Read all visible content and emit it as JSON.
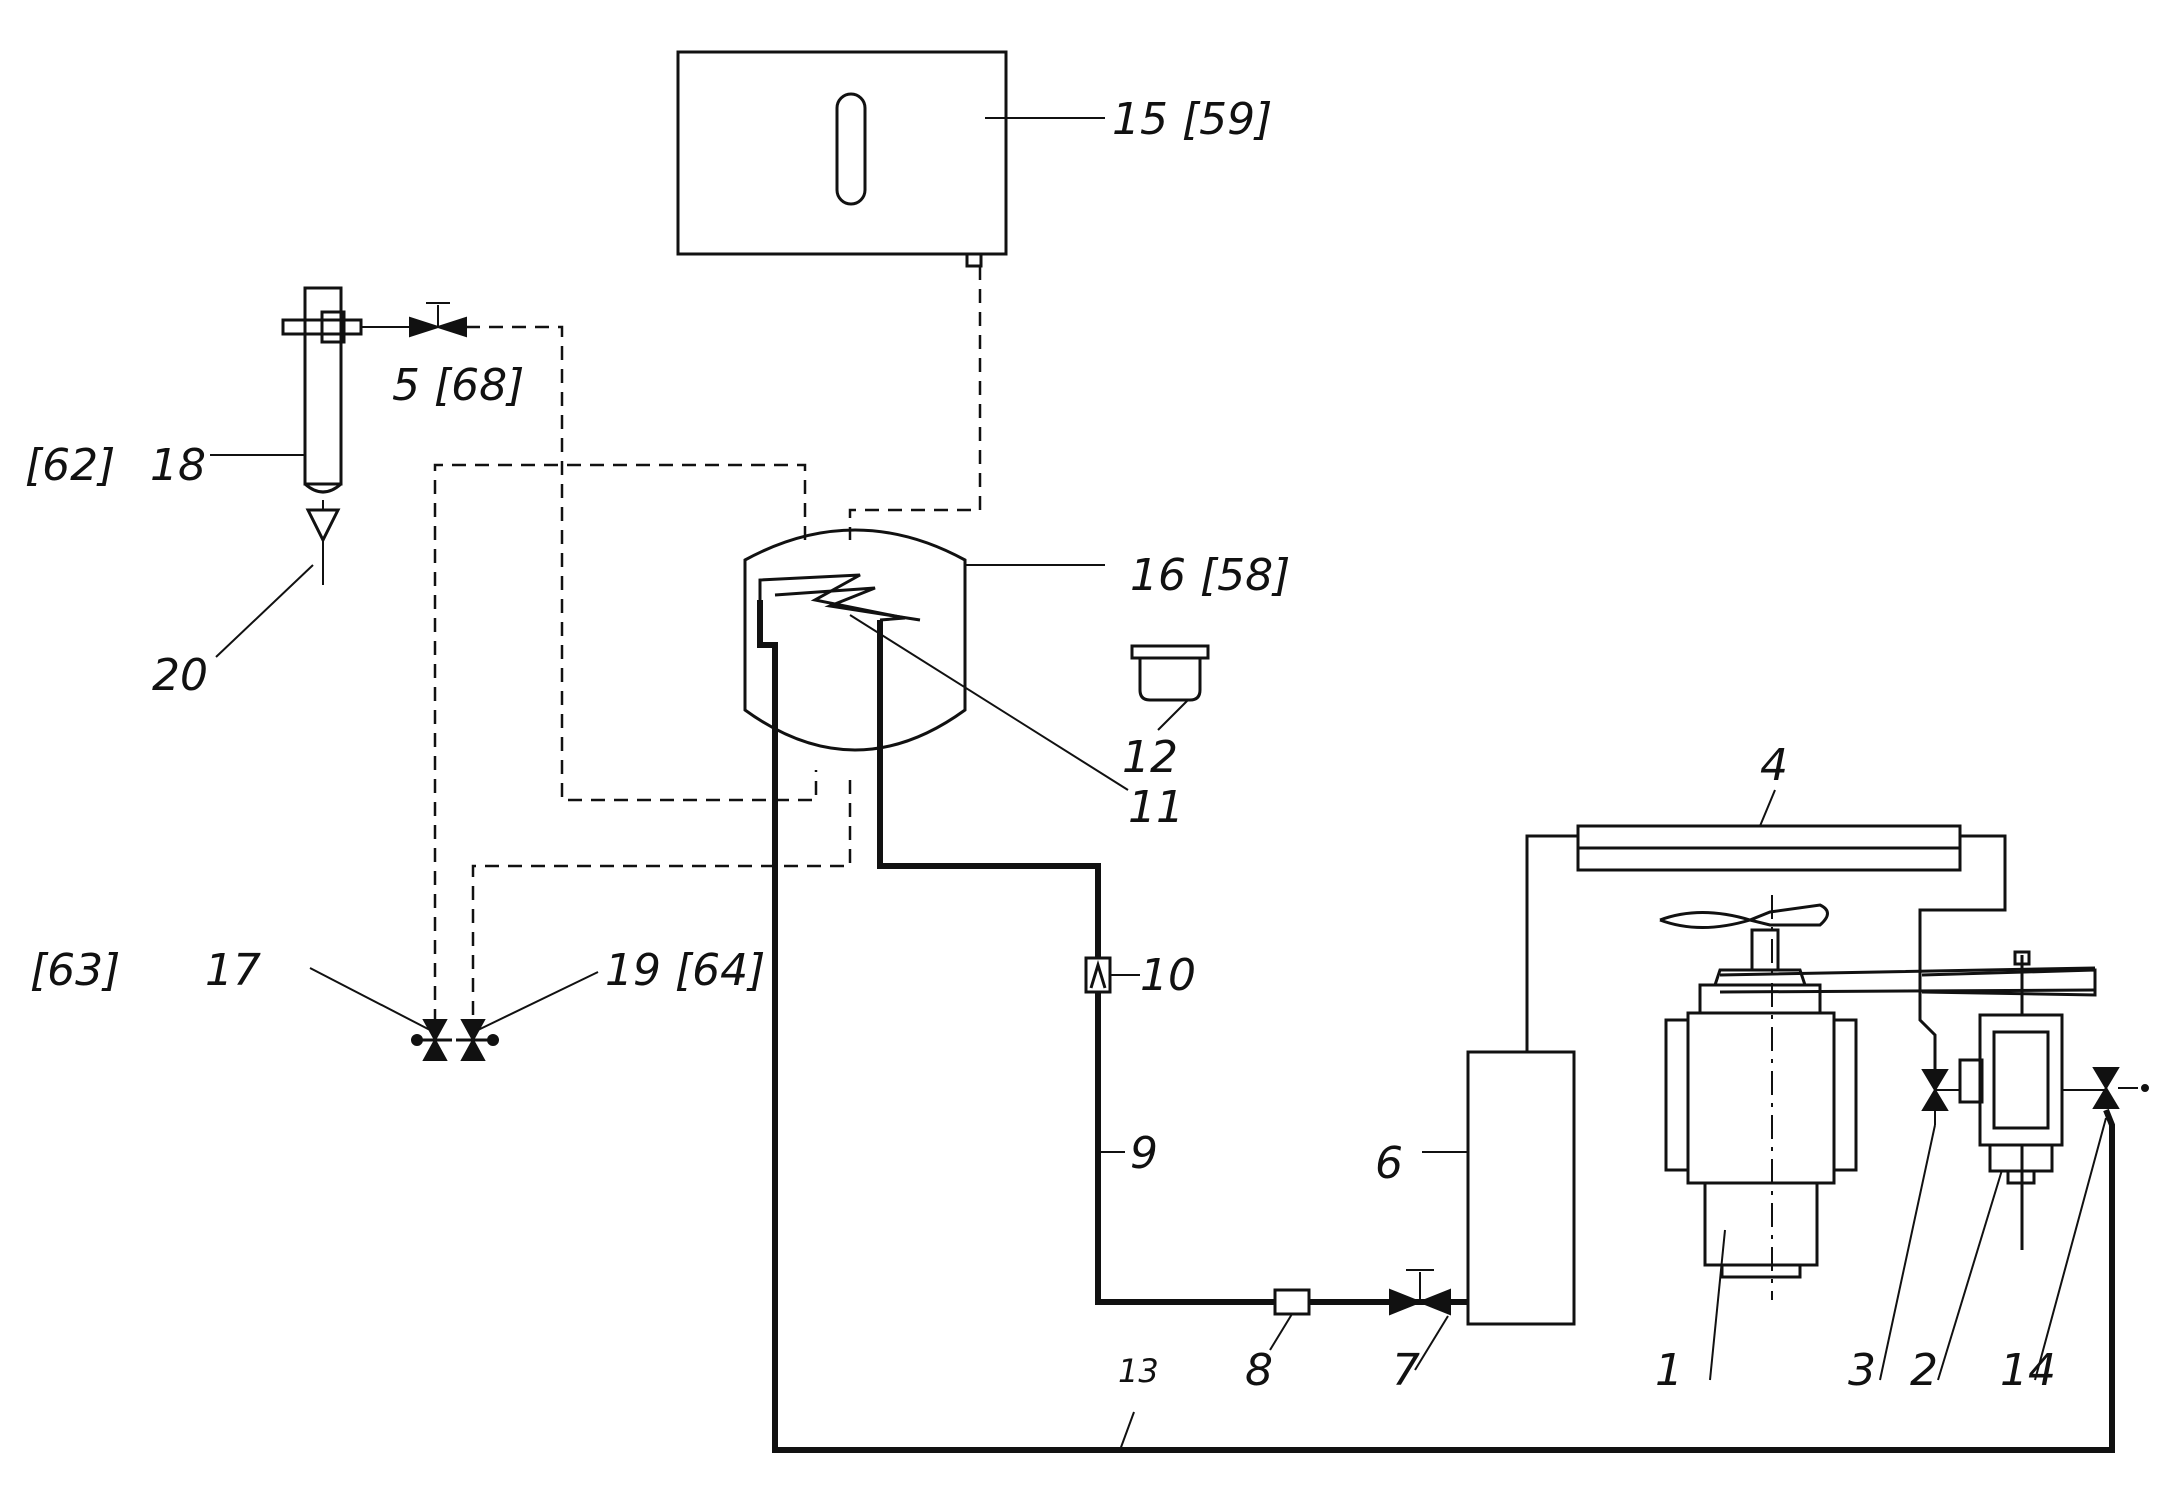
{
  "labels": {
    "l1": "1",
    "l2": "2",
    "l3": "3",
    "l4": "4",
    "l5": "5 [68]",
    "l6": "6",
    "l7": "7",
    "l8": "8",
    "l9": "9",
    "l10": "10",
    "l11": "11",
    "l12": "12",
    "l13": "13",
    "l14": "14",
    "l15": "15 [59]",
    "l16": "16 [58]",
    "l17a": "[63]",
    "l17b": "17",
    "l18a": "[62]",
    "l18b": "18",
    "l19": "19 [64]",
    "l20": "20",
    "gauge_symbol": "0"
  }
}
